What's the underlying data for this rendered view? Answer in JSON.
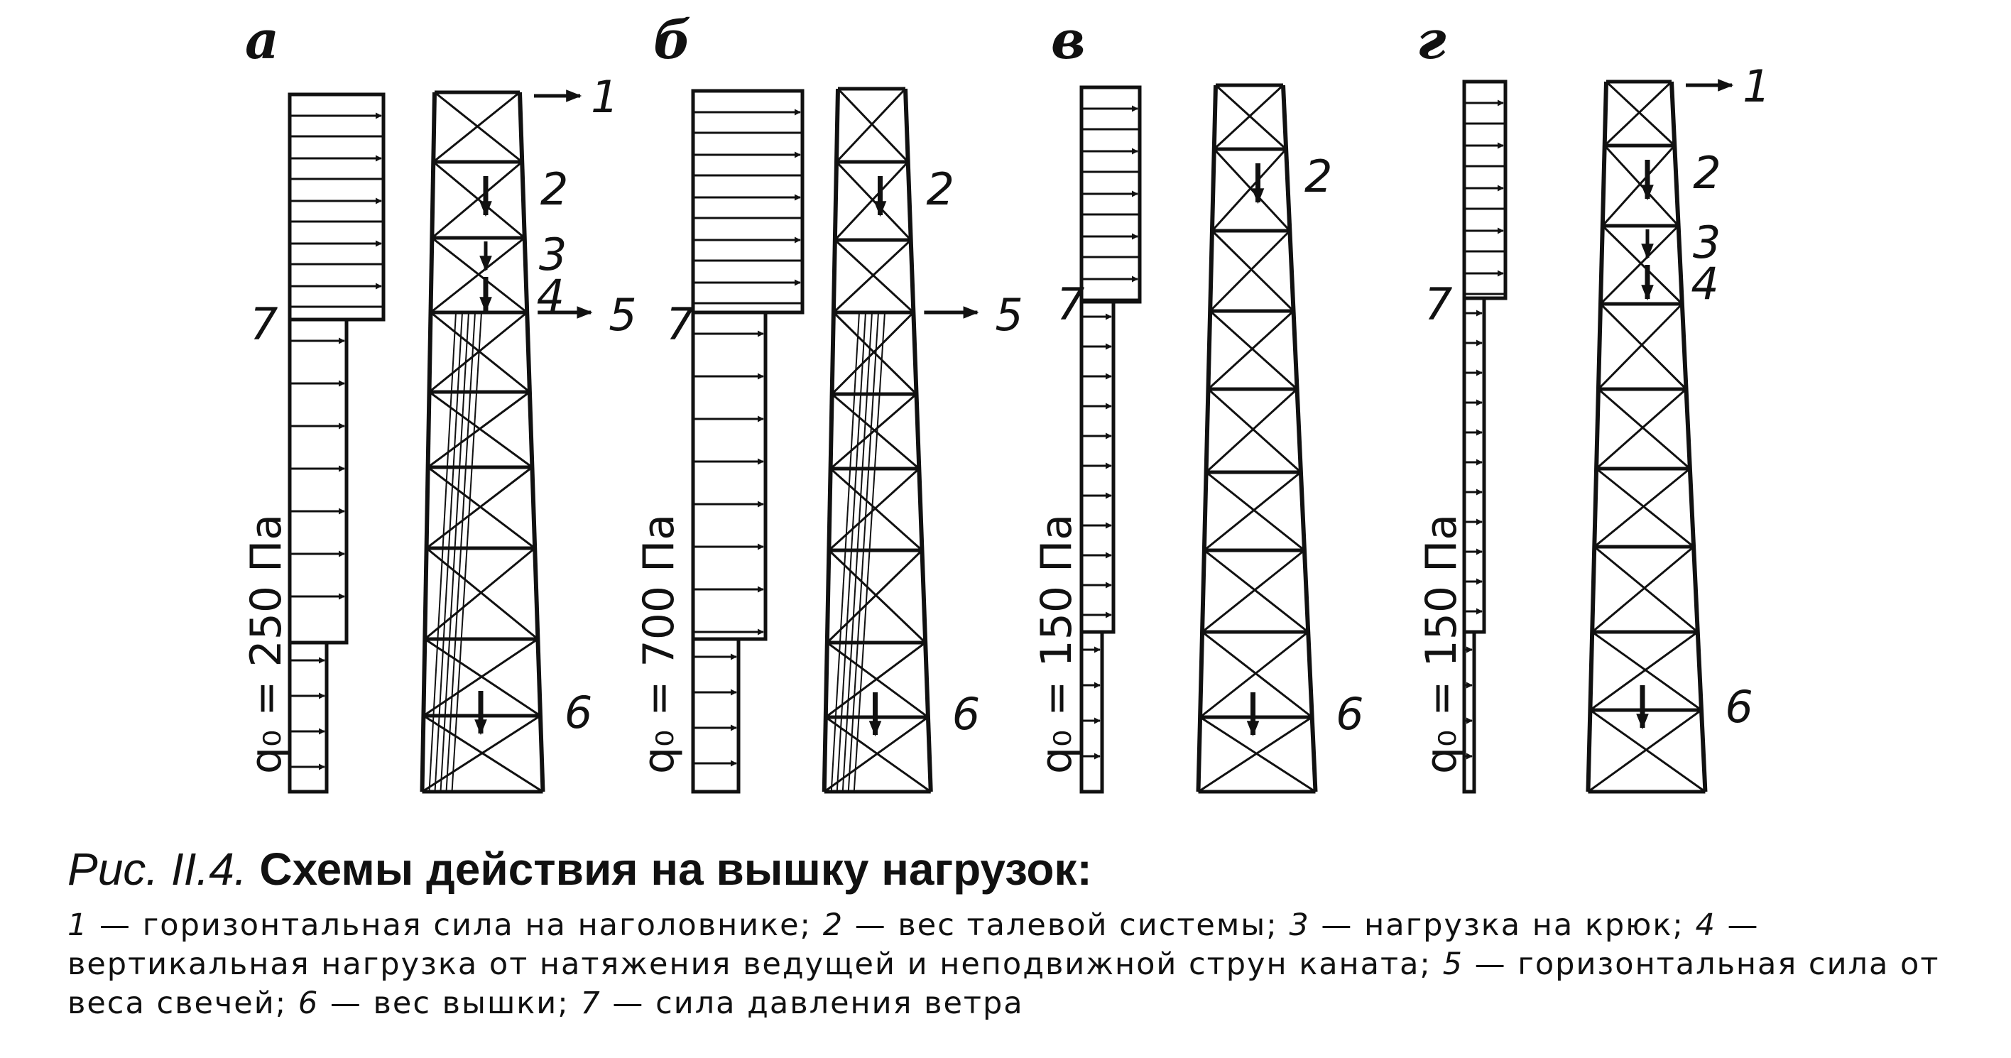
{
  "panels": [
    {
      "letter": "а",
      "q_label": "q₀ = 250 Па",
      "pressure": "7",
      "labels": {
        "l1": "1",
        "l2": "2",
        "l3": "3",
        "l4": "4",
        "l5": "5",
        "l6": "6"
      }
    },
    {
      "letter": "б",
      "q_label": "q₀ = 700 Па",
      "pressure": "7",
      "labels": {
        "l2": "2",
        "l5": "5",
        "l6": "6"
      }
    },
    {
      "letter": "в",
      "q_label": "q₀ = 150 Па",
      "pressure": "7",
      "labels": {
        "l2": "2",
        "l6": "6"
      }
    },
    {
      "letter": "г",
      "q_label": "q₀ = 150 Па",
      "pressure": "7",
      "labels": {
        "l1": "1",
        "l2": "2",
        "l3": "3",
        "l4": "4",
        "l6": "6"
      }
    }
  ],
  "caption": {
    "prefix": "Рис. II.4.",
    "title": "Схемы действия на вышку нагрузок:",
    "items": [
      {
        "num": "1",
        "text": " — горизонтальная сила на наголовнике; "
      },
      {
        "num": "2",
        "text": " — вес талевой системы; "
      },
      {
        "num": "3",
        "text": " — нагрузка на крюк; "
      },
      {
        "num": "4",
        "text": " — вертикальная нагрузка от натяжения ведущей и неподвижной струн каната; "
      },
      {
        "num": "5",
        "text": " — горизонтальная сила от веса свечей; "
      },
      {
        "num": "6",
        "text": " — вес вышки; "
      },
      {
        "num": "7",
        "text": " — сила давления ветра"
      }
    ]
  }
}
